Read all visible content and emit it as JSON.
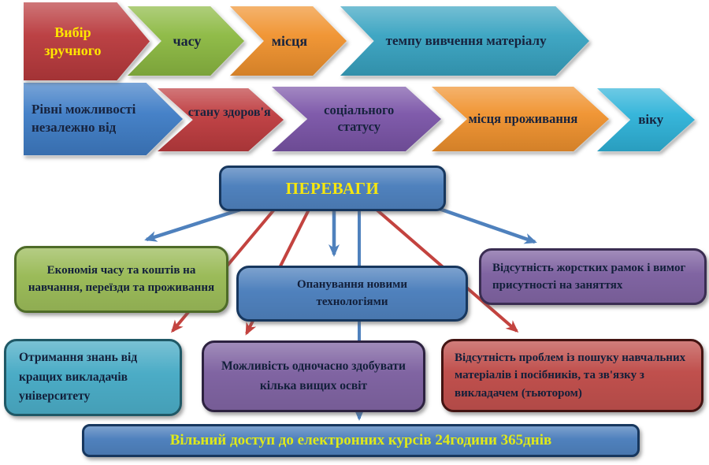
{
  "palette": {
    "arrow_blue": "#4f81bd",
    "arrow_red": "#c3433f",
    "text_navy": "#17233e",
    "lead_yellow": "#ffe600",
    "title_yellow": "#f6e70e",
    "footer_yellow_green": "#dfe919"
  },
  "row1": {
    "items": [
      {
        "label": "Вибір зручного",
        "color": "#b93a3d"
      },
      {
        "label": "часу",
        "color": "#8cb942"
      },
      {
        "label": "місця",
        "color": "#f0922e"
      },
      {
        "label": "темпу вивчення матеріалу",
        "color": "#38a3c1"
      }
    ]
  },
  "row2": {
    "items": [
      {
        "label": "Рівні можливості незалежно від",
        "color": "#3f7dc6"
      },
      {
        "label": "стану здоров'я",
        "color": "#be3c3f"
      },
      {
        "label": "соціального статусу",
        "color": "#7b55a8"
      },
      {
        "label": "місця проживання",
        "color": "#f0922e"
      },
      {
        "label": "віку",
        "color": "#2fb3d9"
      }
    ]
  },
  "advantages": {
    "title": "ПЕРЕВАГИ",
    "title_color": "#4f81bd",
    "mid_boxes": [
      {
        "label": "Економія часу та коштів на навчання, переїзди та проживання",
        "color": "#9bbb59"
      },
      {
        "label": "Опанування новими технологіями",
        "color": "#4f81bd"
      },
      {
        "label": "Відсутність жорстких рамок і вимог присутності на заняттях",
        "color": "#8064a2"
      }
    ],
    "bottom_boxes": [
      {
        "label": "Отримання знань від кращих викладачів університету",
        "color": "#4bacc6"
      },
      {
        "label": "Можливість одночасно здобувати кілька вищих освіт",
        "color": "#8064a2"
      },
      {
        "label": "Відсутність проблем із пошуку навчальних матеріалів і посібників, та зв'язку з викладачем (тьютором)",
        "color": "#c0504d"
      }
    ],
    "footer": {
      "label": "Вільний доступ до електронних курсів 24години 365днів",
      "color": "#4f81bd"
    }
  }
}
